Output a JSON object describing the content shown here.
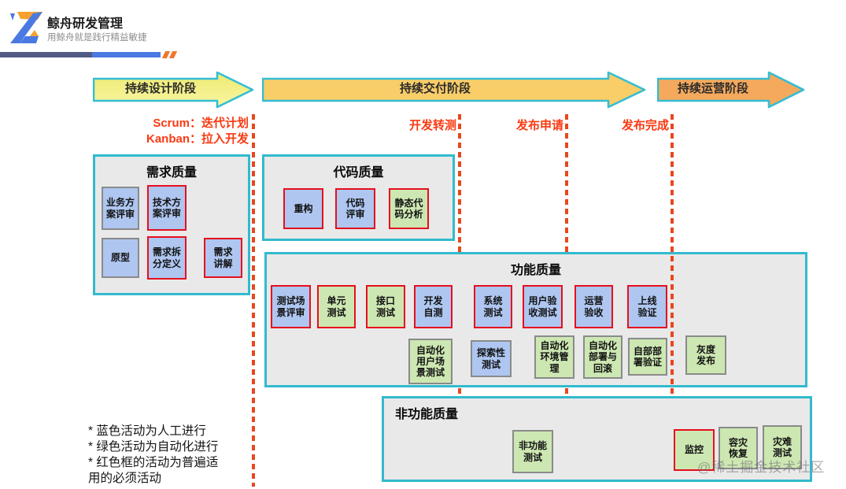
{
  "header": {
    "title": "鲸舟研发管理",
    "subtitle": "用鲸舟就是践行精益敏捷"
  },
  "phases": [
    {
      "label": "持续设计阶段",
      "fill": "#f3f08a"
    },
    {
      "label": "持续交付阶段",
      "fill": "#f9cd68"
    },
    {
      "label": "持续运营阶段",
      "fill": "#f5a95c"
    }
  ],
  "milestones": {
    "scrum": "Scrum：迭代计划",
    "kanban": "Kanban：拉入开发",
    "dev_to_test": "开发转测",
    "release_request": "发布申请",
    "release_done": "发布完成"
  },
  "panels": {
    "requirements": {
      "title": "需求质量",
      "items": [
        {
          "label": "业务方\n案评审",
          "type": "manual",
          "required": false
        },
        {
          "label": "技术方\n案评审",
          "type": "manual",
          "required": true
        },
        {
          "label": "原型",
          "type": "manual",
          "required": false
        },
        {
          "label": "需求拆\n分定义",
          "type": "manual",
          "required": true
        },
        {
          "label": "需求\n讲解",
          "type": "manual",
          "required": true
        }
      ]
    },
    "code": {
      "title": "代码质量",
      "items": [
        {
          "label": "重构",
          "type": "manual",
          "required": true
        },
        {
          "label": "代码\n评审",
          "type": "manual",
          "required": true
        },
        {
          "label": "静态代\n码分析",
          "type": "automated",
          "required": true
        }
      ]
    },
    "functional": {
      "title": "功能质量",
      "row1": [
        {
          "label": "测试场\n景评审",
          "type": "manual",
          "required": true
        },
        {
          "label": "单元\n测试",
          "type": "automated",
          "required": true
        },
        {
          "label": "接口\n测试",
          "type": "automated",
          "required": true
        },
        {
          "label": "开发\n自测",
          "type": "manual",
          "required": true
        },
        {
          "label": "系统\n测试",
          "type": "manual",
          "required": true
        },
        {
          "label": "用户验\n收测试",
          "type": "manual",
          "required": true
        },
        {
          "label": "运营\n验收",
          "type": "manual",
          "required": true
        },
        {
          "label": "上线\n验证",
          "type": "manual",
          "required": true
        }
      ],
      "row2": [
        {
          "label": "自动化\n用户场\n景测试",
          "type": "automated",
          "required": false
        },
        {
          "label": "探索性\n测试",
          "type": "manual",
          "required": false
        },
        {
          "label": "自动化\n环境管\n理",
          "type": "automated",
          "required": false
        },
        {
          "label": "自动化\n部署与\n回滚",
          "type": "automated",
          "required": false
        },
        {
          "label": "自部部\n署验证",
          "type": "automated",
          "required": false
        },
        {
          "label": "灰度\n发布",
          "type": "automated",
          "required": false
        }
      ]
    },
    "nonfunctional": {
      "title": "非功能质量",
      "items": [
        {
          "label": "非功能\n测试",
          "type": "automated",
          "required": false
        },
        {
          "label": "监控",
          "type": "automated",
          "required": true
        },
        {
          "label": "容灾\n恢复",
          "type": "automated",
          "required": false
        },
        {
          "label": "灾难\n测试",
          "type": "automated",
          "required": false
        }
      ]
    }
  },
  "legend": {
    "lines": [
      "* 蓝色活动为人工进行",
      "* 绿色活动为自动化进行",
      "* 红色框的活动为普遍适",
      "用的必须活动"
    ]
  },
  "watermark": "@稀土掘金技术社区",
  "colors": {
    "manual_activity": "#aec6f0",
    "automated_activity": "#cde7b2",
    "required_border": "#e60f1e",
    "optional_border": "#8a8a8a",
    "panel_border": "#32bace",
    "panel_background": "#e9e9e9",
    "milestone_red": "#f93a12",
    "dash_red": "#e8471d"
  }
}
